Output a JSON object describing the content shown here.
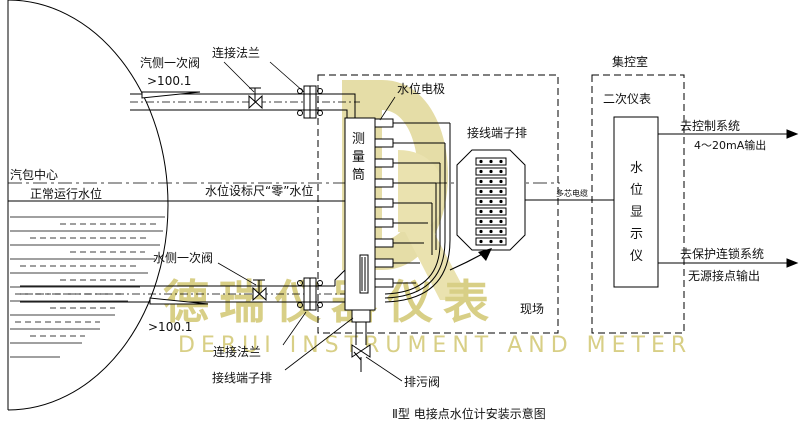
{
  "diagram": {
    "drum_center": "汽包中心",
    "normal_level": "正常运行水位",
    "steam_valve": "汽侧一次阀",
    "steam_pressure": ">100.1",
    "flange_top": "连接法兰",
    "water_valve": "水侧一次阀",
    "water_pressure": ">100.1",
    "flange_bottom": "连接法兰",
    "terminal_bottom": "接线端子排",
    "drain_valve": "排污阀",
    "electrode": "水位电极",
    "terminal_block": "接线端子排",
    "measuring_tube": [
      "测",
      "量",
      "筒"
    ],
    "zero_mark": "水位设标尺“零”水位",
    "multi_cable": "多芯电缆",
    "field": "现场",
    "control_room": "集控室",
    "secondary_instrument": "二次仪表",
    "display": [
      "水",
      "位",
      "显",
      "示",
      "仪"
    ],
    "to_control": "去控制系统",
    "current_output": "4～20mA输出",
    "to_protection": "去保护连锁系统",
    "contact_output": "无源接点输出",
    "caption": "Ⅱ型  电接点水位计安装示意图"
  },
  "watermark": {
    "cn": "德瑞仪器仪表",
    "en": "DERUI INSTRUMENT AND METER",
    "logo_letters": "DR"
  }
}
